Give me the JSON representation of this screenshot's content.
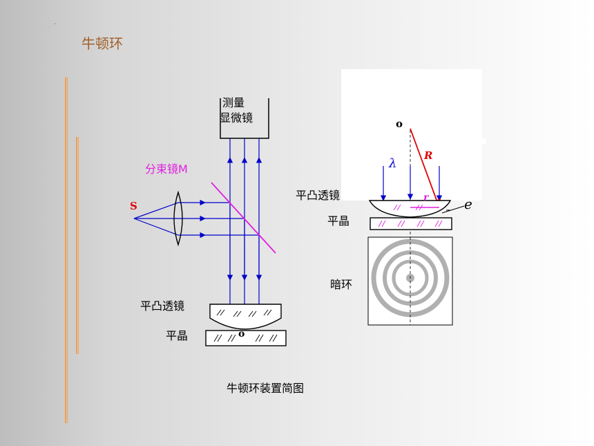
{
  "title": "牛顿环",
  "left_diagram": {
    "microscope_label_line1": "测量",
    "microscope_label_line2": "显微镜",
    "beam_splitter_label": "分束镜M",
    "source_label": "S",
    "lens_label": "平凸透镜",
    "flat_label": "平晶",
    "contact_point_label": "o"
  },
  "right_diagram": {
    "center_label": "o",
    "radius_label": "R",
    "wavelength_label": "λ",
    "lens_label": "平凸透镜",
    "r_label": "r",
    "thickness_label": "e",
    "flat_label": "平晶",
    "rings_label": "暗环"
  },
  "caption": "牛顿环装置简图",
  "colors": {
    "title": "#a0602a",
    "beam": "#0000cc",
    "splitter": "#e020e0",
    "radius": "#e00000",
    "rings": "#b0b0b0",
    "accent_bar": "#f0a050"
  }
}
